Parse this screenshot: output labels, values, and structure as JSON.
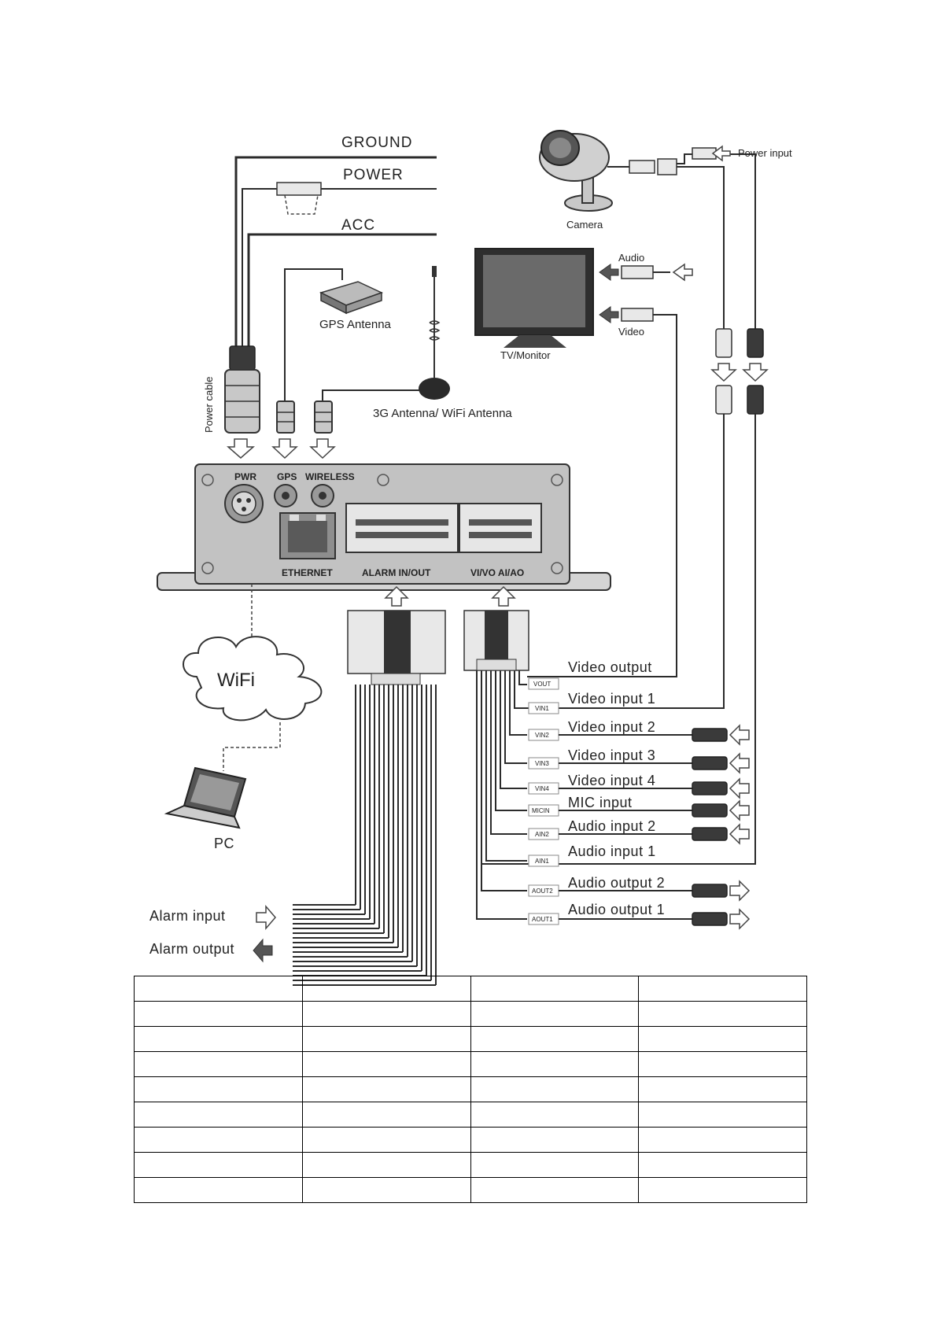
{
  "diagram": {
    "power_lines": {
      "ground": "GROUND",
      "power": "POWER",
      "acc": "ACC"
    },
    "power_cable": "Power cable",
    "gps_antenna": "GPS Antenna",
    "antenna_3g": "3G Antenna/ WiFi Antenna",
    "camera": "Camera",
    "power_input": "Power input",
    "monitor": "TV/Monitor",
    "audio": "Audio",
    "video": "Video",
    "ports": {
      "pwr": "PWR",
      "gps": "GPS",
      "wireless": "WIRELESS",
      "ethernet": "ETHERNET",
      "alarm_io": "ALARM  IN/OUT",
      "vivo": "VI/VO   AI/AO"
    },
    "wifi": "WiFi",
    "pc": "PC",
    "alarm_input": "Alarm input",
    "alarm_output": "Alarm output",
    "io_lines": [
      {
        "tag": "VOUT",
        "label": "Video output"
      },
      {
        "tag": "VIN1",
        "label": "Video input 1"
      },
      {
        "tag": "VIN2",
        "label": "Video input 2"
      },
      {
        "tag": "VIN3",
        "label": "Video input 3"
      },
      {
        "tag": "VIN4",
        "label": "Video input 4"
      },
      {
        "tag": "MICIN",
        "label": "MIC input"
      },
      {
        "tag": "AIN2",
        "label": "Audio input 2"
      },
      {
        "tag": "AIN1",
        "label": "Audio input 1"
      },
      {
        "tag": "AOUT2",
        "label": "Audio output 2"
      },
      {
        "tag": "AOUT1",
        "label": "Audio output 1"
      }
    ]
  },
  "table": {
    "rows": [
      [
        "",
        "",
        "",
        ""
      ],
      [
        "",
        "",
        "",
        ""
      ],
      [
        "",
        "",
        "",
        ""
      ],
      [
        "",
        "",
        "",
        ""
      ],
      [
        "",
        "",
        "",
        ""
      ],
      [
        "",
        "",
        "",
        ""
      ],
      [
        "",
        "",
        "",
        ""
      ],
      [
        "",
        "",
        "",
        ""
      ],
      [
        "",
        "",
        "",
        ""
      ]
    ]
  }
}
